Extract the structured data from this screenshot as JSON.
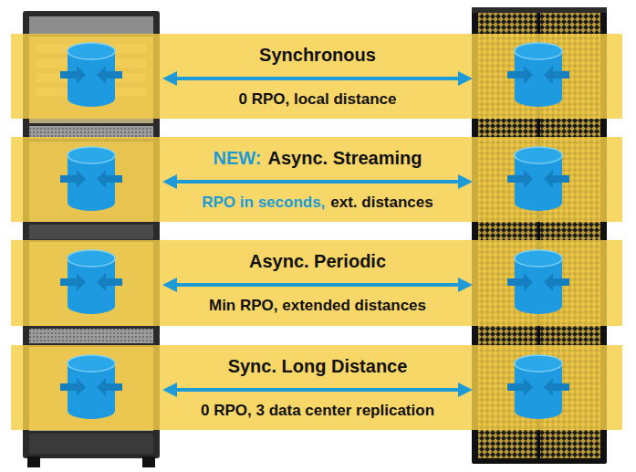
{
  "diagram": {
    "nodes": [
      {
        "text": [
          "Synchronous",
          "0 RPO, local distance"
        ]
      },
      {
        "text": [
          "NEW:",
          "Async. Streaming",
          "RPO in seconds,",
          "ext. distances"
        ]
      },
      {
        "text": [
          "Async. Periodic",
          "Min RPO, extended distances"
        ]
      },
      {
        "text": [
          "Sync. Long Distance",
          "0 RPO, 3 data center replication"
        ]
      }
    ]
  }
}
